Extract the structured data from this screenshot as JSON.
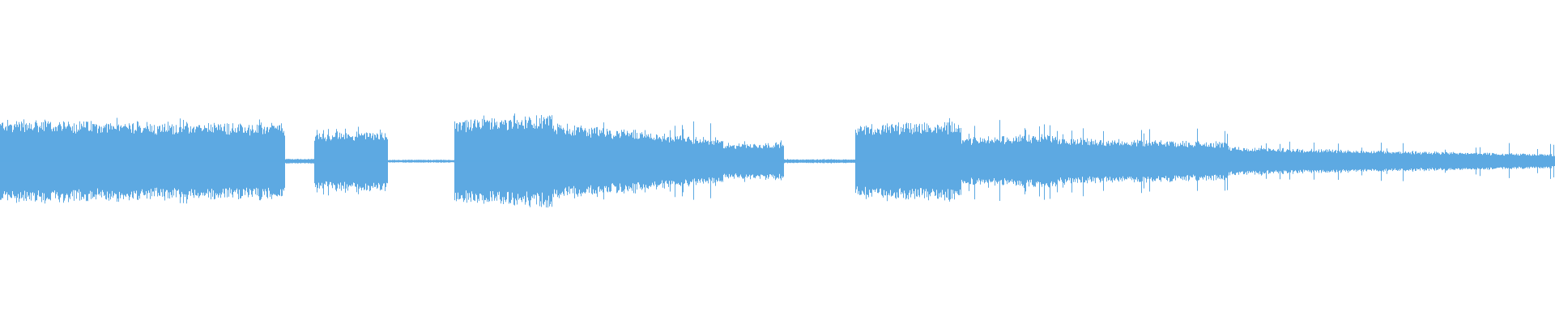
{
  "waveform": {
    "color": "#5DA9E2",
    "background": "#FFFFFF",
    "duration_fraction_segments": [
      {
        "start": 0.0,
        "end": 0.183,
        "amp_start": 0.88,
        "amp_end": 0.8,
        "peak": 0.93
      },
      {
        "start": 0.183,
        "end": 0.202,
        "amp_start": 0.05,
        "amp_end": 0.05,
        "peak": 0.06
      },
      {
        "start": 0.202,
        "end": 0.249,
        "amp_start": 0.6,
        "amp_end": 0.66,
        "peak": 0.78
      },
      {
        "start": 0.249,
        "end": 0.292,
        "amp_start": 0.03,
        "amp_end": 0.03,
        "peak": 0.04
      },
      {
        "start": 0.292,
        "end": 0.355,
        "amp_start": 0.86,
        "amp_end": 0.98,
        "peak": 1.0
      },
      {
        "start": 0.355,
        "end": 0.465,
        "amp_start": 0.82,
        "amp_end": 0.45,
        "peak": 0.88
      },
      {
        "start": 0.465,
        "end": 0.504,
        "amp_start": 0.38,
        "amp_end": 0.4,
        "peak": 0.45
      },
      {
        "start": 0.504,
        "end": 0.55,
        "amp_start": 0.04,
        "amp_end": 0.04,
        "peak": 0.05
      },
      {
        "start": 0.55,
        "end": 0.618,
        "amp_start": 0.8,
        "amp_end": 0.84,
        "peak": 0.92
      },
      {
        "start": 0.618,
        "end": 0.68,
        "amp_start": 0.48,
        "amp_end": 0.6,
        "peak": 0.95
      },
      {
        "start": 0.68,
        "end": 0.79,
        "amp_start": 0.5,
        "amp_end": 0.4,
        "peak": 0.75
      },
      {
        "start": 0.79,
        "end": 1.0,
        "amp_start": 0.3,
        "amp_end": 0.15,
        "peak": 0.42
      }
    ]
  }
}
